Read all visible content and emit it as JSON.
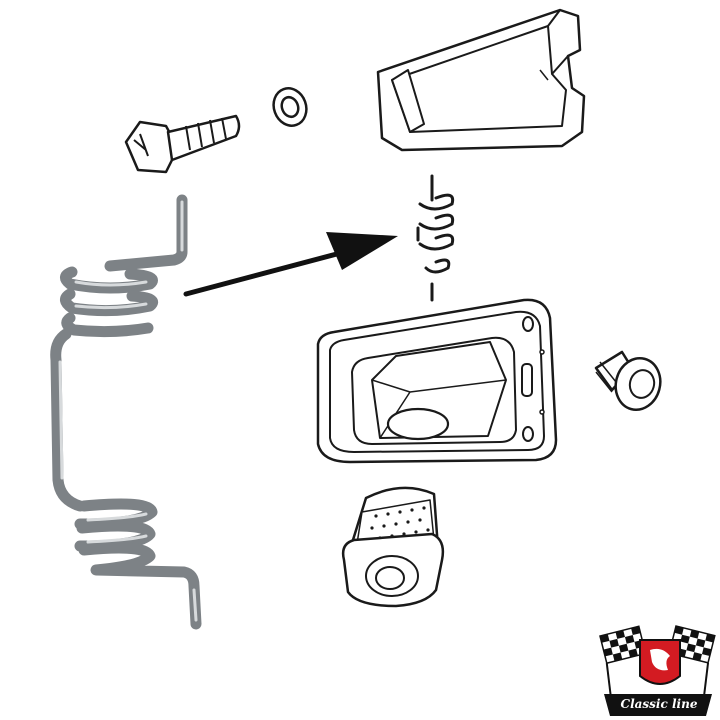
{
  "diagram": {
    "type": "exploded-parts-diagram",
    "parts": [
      {
        "id": "screw",
        "icon": "screw-icon"
      },
      {
        "id": "washer",
        "icon": "washer-icon"
      },
      {
        "id": "upper-housing",
        "icon": "upper-housing-icon"
      },
      {
        "id": "small-spring",
        "icon": "small-spring-icon"
      },
      {
        "id": "lower-housing",
        "icon": "lower-housing-icon"
      },
      {
        "id": "plug",
        "icon": "plug-icon"
      },
      {
        "id": "grommet",
        "icon": "grommet-icon"
      },
      {
        "id": "torsion-spring-photo",
        "icon": "torsion-spring-icon"
      }
    ],
    "callout": {
      "from": "torsion-spring-photo",
      "to": "small-spring",
      "icon": "arrow-icon"
    }
  },
  "brand": {
    "logo_text": "Classic line",
    "colors": {
      "red": "#d31b22",
      "black": "#111111"
    }
  },
  "colors": {
    "line": "#1a1a1a",
    "spring_metal": "#8c9094",
    "spring_highlight": "#d7dadc"
  }
}
